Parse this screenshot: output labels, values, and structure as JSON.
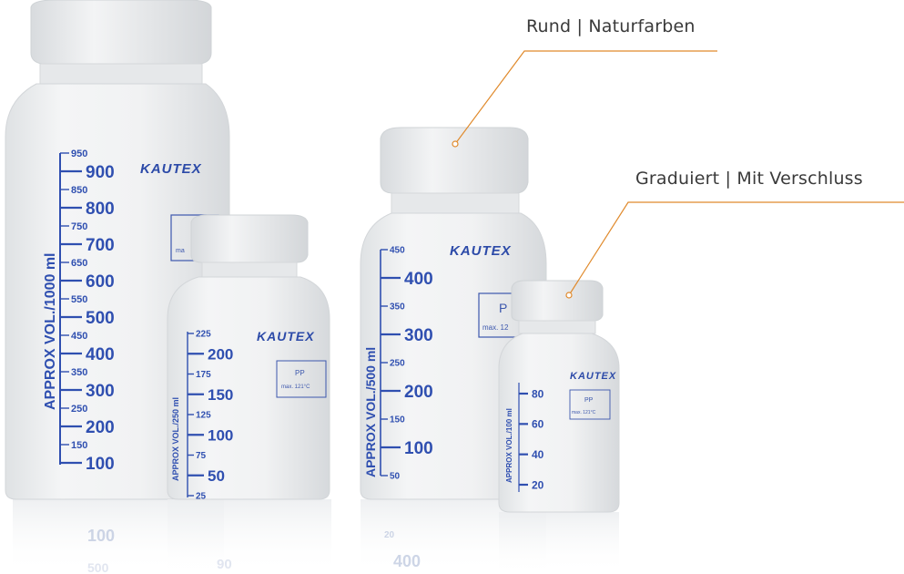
{
  "callouts": {
    "top": "Rund | Naturfarben",
    "middle": "Graduiert | Mit Verschluss"
  },
  "colors": {
    "accent_line": "#e08a2c",
    "scale_blue": "#2f4fb0",
    "bottle_body": "#eef0f1",
    "cap": "#e9ebec"
  },
  "bottles": [
    {
      "id": "1000",
      "brand": "KAUTEX",
      "volume_label": "APPROX VOL./1000 ml",
      "material": "",
      "max_temp": "ma",
      "major_marks": [
        "900",
        "800",
        "700",
        "600",
        "500",
        "400",
        "300",
        "200",
        "100"
      ],
      "minor_marks": [
        "950",
        "850",
        "750",
        "650",
        "550",
        "450",
        "350",
        "250",
        "150"
      ]
    },
    {
      "id": "250",
      "brand": "KAUTEX",
      "volume_label": "APPROX VOL./250 ml",
      "material": "PP",
      "max_temp": "max. 121°C",
      "major_marks": [
        "200",
        "150",
        "100",
        "50"
      ],
      "minor_marks": [
        "225",
        "175",
        "125",
        "75",
        "25"
      ]
    },
    {
      "id": "500",
      "brand": "KAUTEX",
      "volume_label": "APPROX VOL./500 ml",
      "material": "P",
      "max_temp": "max. 12",
      "major_marks": [
        "400",
        "300",
        "200",
        "100"
      ],
      "minor_marks": [
        "450",
        "350",
        "250",
        "150",
        "50"
      ]
    },
    {
      "id": "100",
      "brand": "KAUTEX",
      "volume_label": "APPROX VOL./100 ml",
      "material": "PP",
      "max_temp": "max. 121°C",
      "major_marks": [
        "80",
        "60",
        "40",
        "20"
      ],
      "minor_marks": []
    }
  ],
  "reflections": {
    "r1": "100",
    "r2": "500",
    "r3": "20",
    "r4": "400",
    "r5": "90"
  }
}
